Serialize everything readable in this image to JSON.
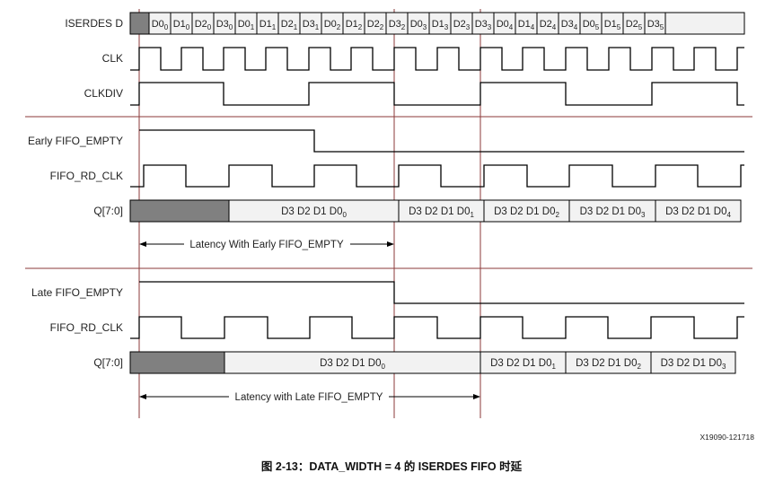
{
  "colors": {
    "wave": "#000000",
    "cell_fill": "#f2f2f2",
    "idle_fill": "#808080",
    "divider": "#8b3a3a",
    "text": "#222222"
  },
  "labels": {
    "iserdes_d": "ISERDES D",
    "clk": "CLK",
    "clkdiv": "CLKDIV",
    "early_empty": "Early FIFO_EMPTY",
    "fifo_rd_clk_1": "FIFO_RD_CLK",
    "q_1": "Q[7:0]",
    "late_empty": "Late FIFO_EMPTY",
    "fifo_rd_clk_2": "FIFO_RD_CLK",
    "q_2": "Q[7:0]"
  },
  "iserdes_cells": [
    {
      "main": "D0",
      "sub": "0"
    },
    {
      "main": "D1",
      "sub": "0"
    },
    {
      "main": "D2",
      "sub": "0"
    },
    {
      "main": "D3",
      "sub": "0"
    },
    {
      "main": "D0",
      "sub": "1"
    },
    {
      "main": "D1",
      "sub": "1"
    },
    {
      "main": "D2",
      "sub": "1"
    },
    {
      "main": "D3",
      "sub": "1"
    },
    {
      "main": "D0",
      "sub": "2"
    },
    {
      "main": "D1",
      "sub": "2"
    },
    {
      "main": "D2",
      "sub": "2"
    },
    {
      "main": "D3",
      "sub": "2"
    },
    {
      "main": "D0",
      "sub": "3"
    },
    {
      "main": "D1",
      "sub": "3"
    },
    {
      "main": "D2",
      "sub": "3"
    },
    {
      "main": "D3",
      "sub": "3"
    },
    {
      "main": "D0",
      "sub": "4"
    },
    {
      "main": "D1",
      "sub": "4"
    },
    {
      "main": "D2",
      "sub": "4"
    },
    {
      "main": "D3",
      "sub": "4"
    },
    {
      "main": "D0",
      "sub": "5"
    },
    {
      "main": "D1",
      "sub": "5"
    },
    {
      "main": "D2",
      "sub": "5"
    },
    {
      "main": "D3",
      "sub": "5"
    }
  ],
  "q_early_cells": [
    {
      "main": "D3 D2 D1 D0",
      "sub": "0"
    },
    {
      "main": "D3 D2 D1 D0",
      "sub": "1"
    },
    {
      "main": "D3 D2 D1 D0",
      "sub": "2"
    },
    {
      "main": "D3 D2 D1 D0",
      "sub": "3"
    },
    {
      "main": "D3 D2 D1 D0",
      "sub": "4"
    }
  ],
  "q_late_cells": [
    {
      "main": "D3 D2 D1 D0",
      "sub": "0"
    },
    {
      "main": "D3 D2 D1 D0",
      "sub": "1"
    },
    {
      "main": "D3 D2 D1 D0",
      "sub": "2"
    },
    {
      "main": "D3 D2 D1 D0",
      "sub": "3"
    }
  ],
  "latency_early": "Latency With Early FIFO_EMPTY",
  "latency_late": "Latency with Late FIFO_EMPTY",
  "doc_id": "X19090-121718",
  "caption": "图 2-13：DATA_WIDTH = 4 的 ISERDES FIFO 时延"
}
